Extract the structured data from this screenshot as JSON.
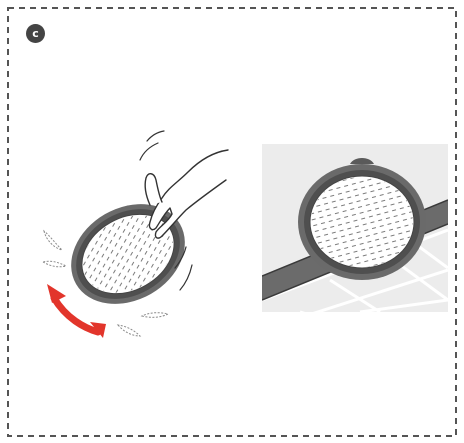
{
  "step": {
    "label": "c"
  },
  "colors": {
    "frame": "#555555",
    "badge": "#444444",
    "arrow": "#e2352b",
    "rim": "#5a5a5a",
    "mesh": "#8a8a8a",
    "photo_bg": "#ececec"
  },
  "illustrations": [
    {
      "name": "shaking-filter",
      "icons": [
        "hand-icon",
        "filter-disc-icon",
        "motion-lines-icon",
        "water-drops-icon",
        "rotate-arrow-icon"
      ]
    },
    {
      "name": "filter-drying-on-rack",
      "icons": [
        "filter-disc-icon",
        "rack-bar-icon",
        "tile-grid-icon"
      ]
    }
  ]
}
